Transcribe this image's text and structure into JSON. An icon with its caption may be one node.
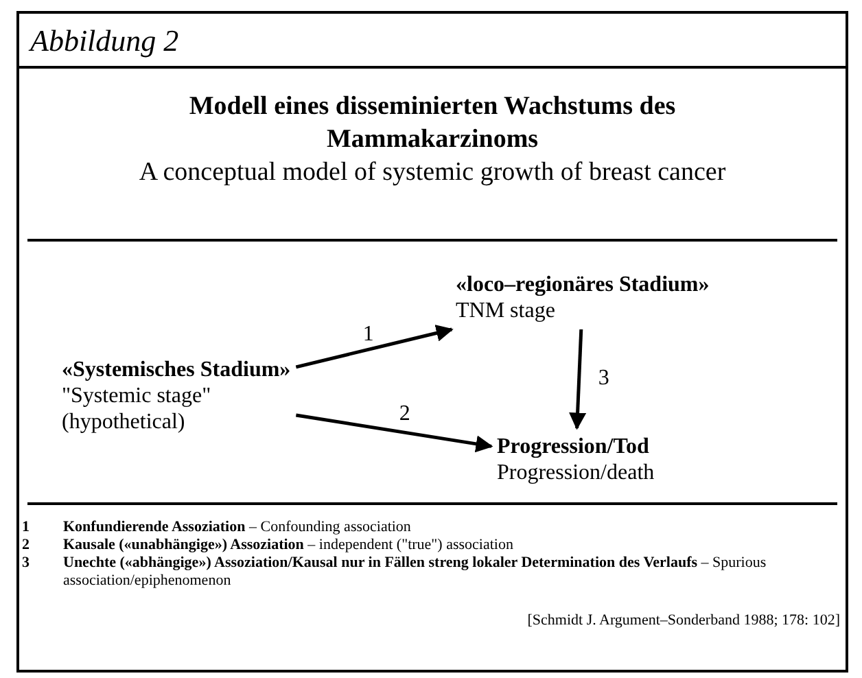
{
  "diagram": {
    "title": "Modell eines disseminierten Wachstums des Mammakarzinoms",
    "nodes": [
      {
        "text": [
          "«Systemisches Stadium»",
          "\"Systemic stage\"",
          "(hypothetical)"
        ]
      },
      {
        "text": [
          "«loco–regionäres Stadium»",
          "TNM stage"
        ]
      },
      {
        "text": [
          "Progression/Tod",
          "Progression/death"
        ]
      }
    ],
    "edges": [
      {
        "from": 0,
        "to": 1,
        "arrow": "to",
        "label": "1"
      },
      {
        "from": 0,
        "to": 2,
        "arrow": "to",
        "label": "2"
      },
      {
        "from": 1,
        "to": 2,
        "arrow": "to",
        "label": "3"
      }
    ],
    "labels": [
      "Abbildung 2",
      "A conceptual model of systemic growth of breast cancer",
      "1",
      "**Konfundierende Assoziation** – Confounding association",
      "2",
      "**Kausale («unabhängige») Assoziation** – independent (\"true\") association",
      "3",
      "**Unechte («abhängige») Assoziation/Kausal nur in Fällen streng lokaler Determination des Verlaufs** – Spurious association/epiphenomenon",
      "[Schmidt J. Argument–Sonderband 1988; 178: 102]"
    ]
  }
}
